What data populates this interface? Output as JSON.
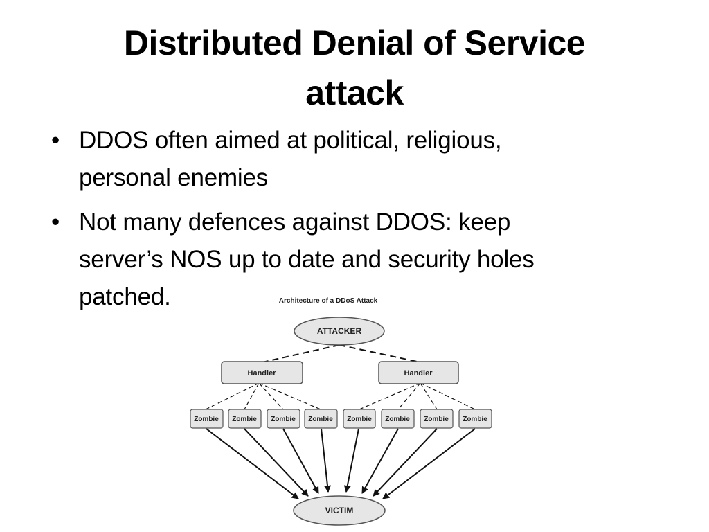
{
  "slide": {
    "title_line1": "Distributed Denial of Service",
    "title_line2": "attack",
    "bullet_marker": "•",
    "bullets": [
      {
        "line1": "DDOS often aimed at political, religious,",
        "line2": "personal enemies"
      },
      {
        "line1": "Not many defences against DDOS: keep",
        "line2": "server’s NOS up to date and security holes",
        "line3": "patched."
      }
    ]
  },
  "diagram": {
    "caption": "Architecture of a DDoS Attack",
    "attacker_label": "ATTACKER",
    "handlers": [
      "Handler",
      "Handler"
    ],
    "zombies": [
      "Zombie",
      "Zombie",
      "Zombie",
      "Zombie",
      "Zombie",
      "Zombie",
      "Zombie",
      "Zombie"
    ],
    "victim_label": "VICTIM",
    "colors": {
      "node_fill": "#e6e6e6",
      "node_stroke": "#555555",
      "edge": "#111111"
    }
  }
}
